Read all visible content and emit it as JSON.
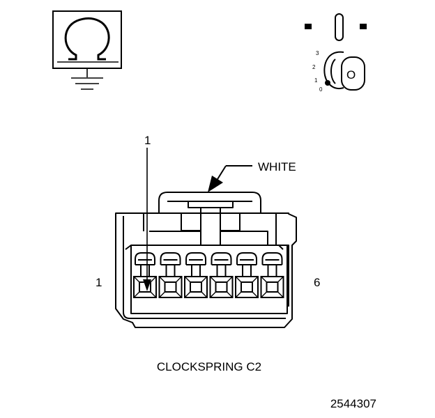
{
  "labels": {
    "callout_pin": "1",
    "color_label": "WHITE",
    "left_pin": "1",
    "right_pin": "6",
    "connector_name": "CLOCKSPRING C2",
    "figure_number": "2544307"
  },
  "ignition_switch": {
    "positions": [
      "3",
      "2",
      "1",
      "0"
    ],
    "key_text": "O"
  },
  "meter_symbol": {
    "glyph": "Ω"
  },
  "connector": {
    "cavity_count": 6
  },
  "colors": {
    "ink": "#000000",
    "paper": "#ffffff"
  }
}
